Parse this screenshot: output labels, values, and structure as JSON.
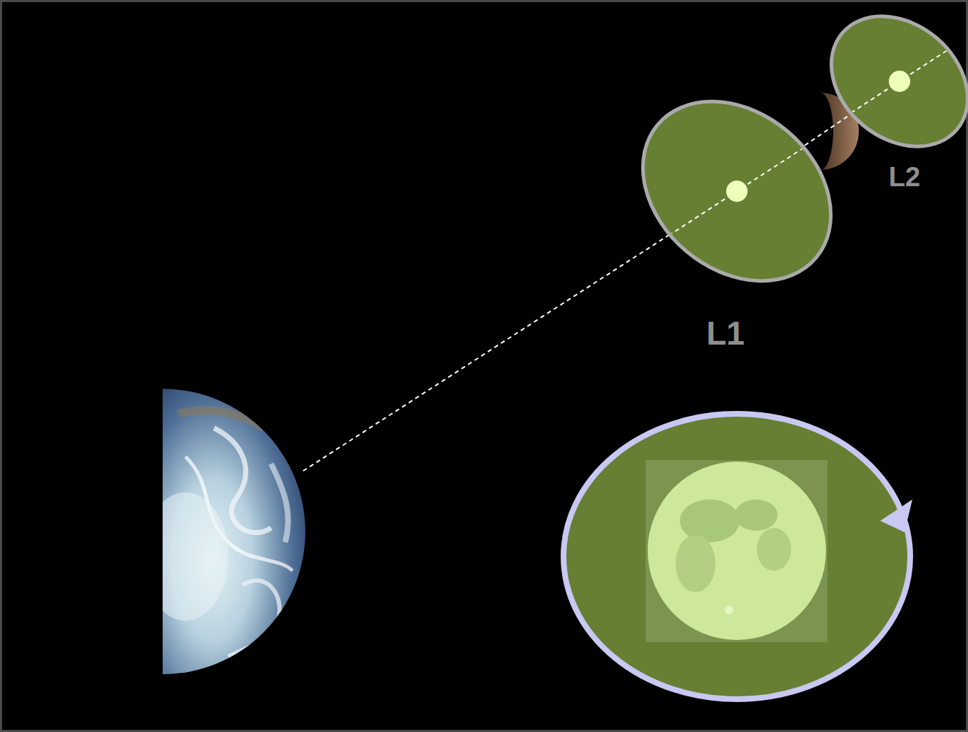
{
  "diagram": {
    "nodes": [
      {
        "text": [
          "L1"
        ]
      },
      {
        "text": [
          "L2"
        ]
      }
    ],
    "edges": [
      {
        "from": 0,
        "to": 1,
        "arrow": "none"
      }
    ]
  }
}
